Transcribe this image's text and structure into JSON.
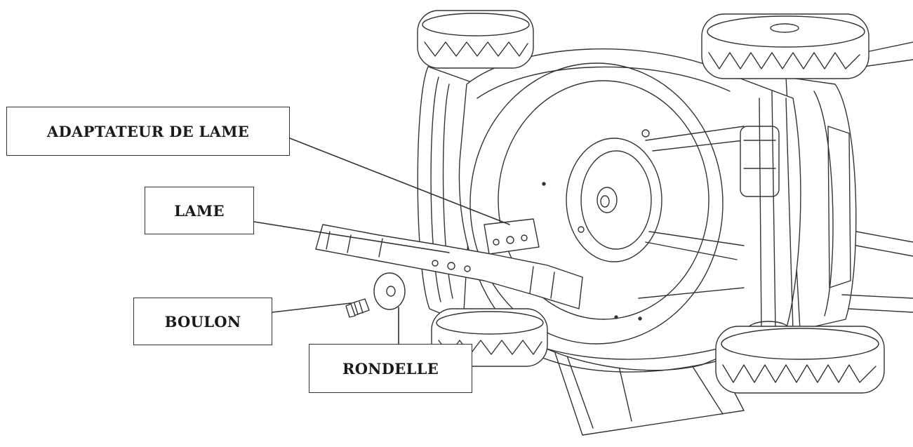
{
  "labels": {
    "blade_adapter": "ADAPTATEUR DE LAME",
    "blade": "LAME",
    "bolt": "BOULON",
    "washer": "RONDELLE"
  },
  "colors": {
    "line": "#333333",
    "background": "#ffffff"
  }
}
